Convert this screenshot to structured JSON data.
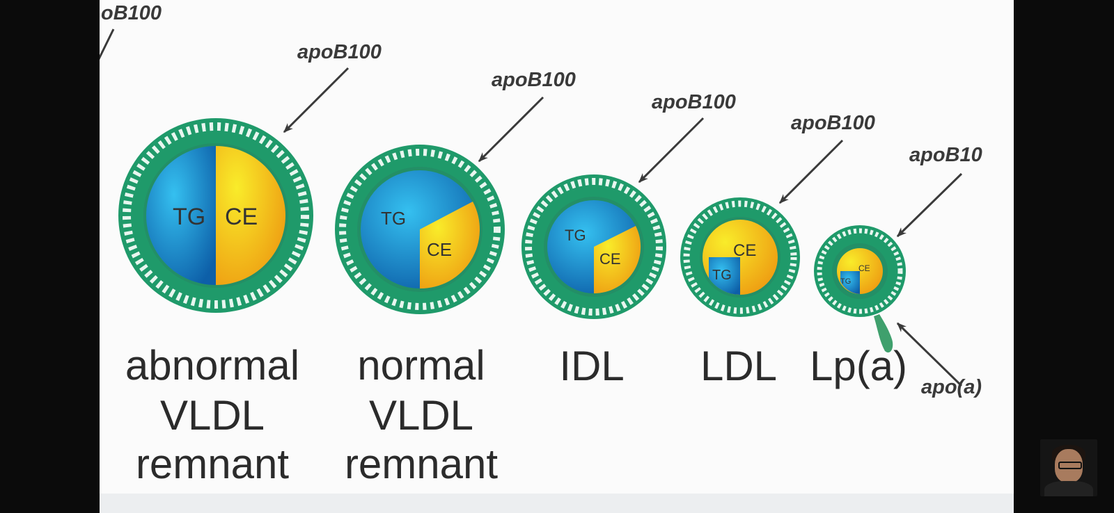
{
  "diagram": {
    "particles": [
      {
        "name": "abnormal",
        "name_line2": "VLDL",
        "name_line3": "remnant",
        "core": [
          "TG",
          "CE"
        ],
        "apo_label": "apoB100"
      },
      {
        "name": "normal",
        "name_line2": "VLDL",
        "name_line3": "remnant",
        "core": [
          "TG",
          "CE"
        ],
        "apo_label": "apoB100"
      },
      {
        "name": "IDL",
        "core": [
          "TG",
          "CE"
        ],
        "apo_label": "apoB100"
      },
      {
        "name": "LDL",
        "core": [
          "TG",
          "CE"
        ],
        "apo_label": "apoB100"
      },
      {
        "name": "Lp(a)",
        "core": [
          "TG",
          "CE"
        ],
        "apo_label": "apoB10",
        "extra_label": "apo(a)"
      }
    ],
    "partial_label_top_left": "oB100"
  },
  "colors": {
    "shell": "#1f9a6a",
    "tg": "#1e8fd6",
    "ce": "#f2c21a",
    "background": "#0b0b0b",
    "slide": "#fbfbfb"
  },
  "presenter": {
    "icon": "presenter-thumbnail"
  }
}
